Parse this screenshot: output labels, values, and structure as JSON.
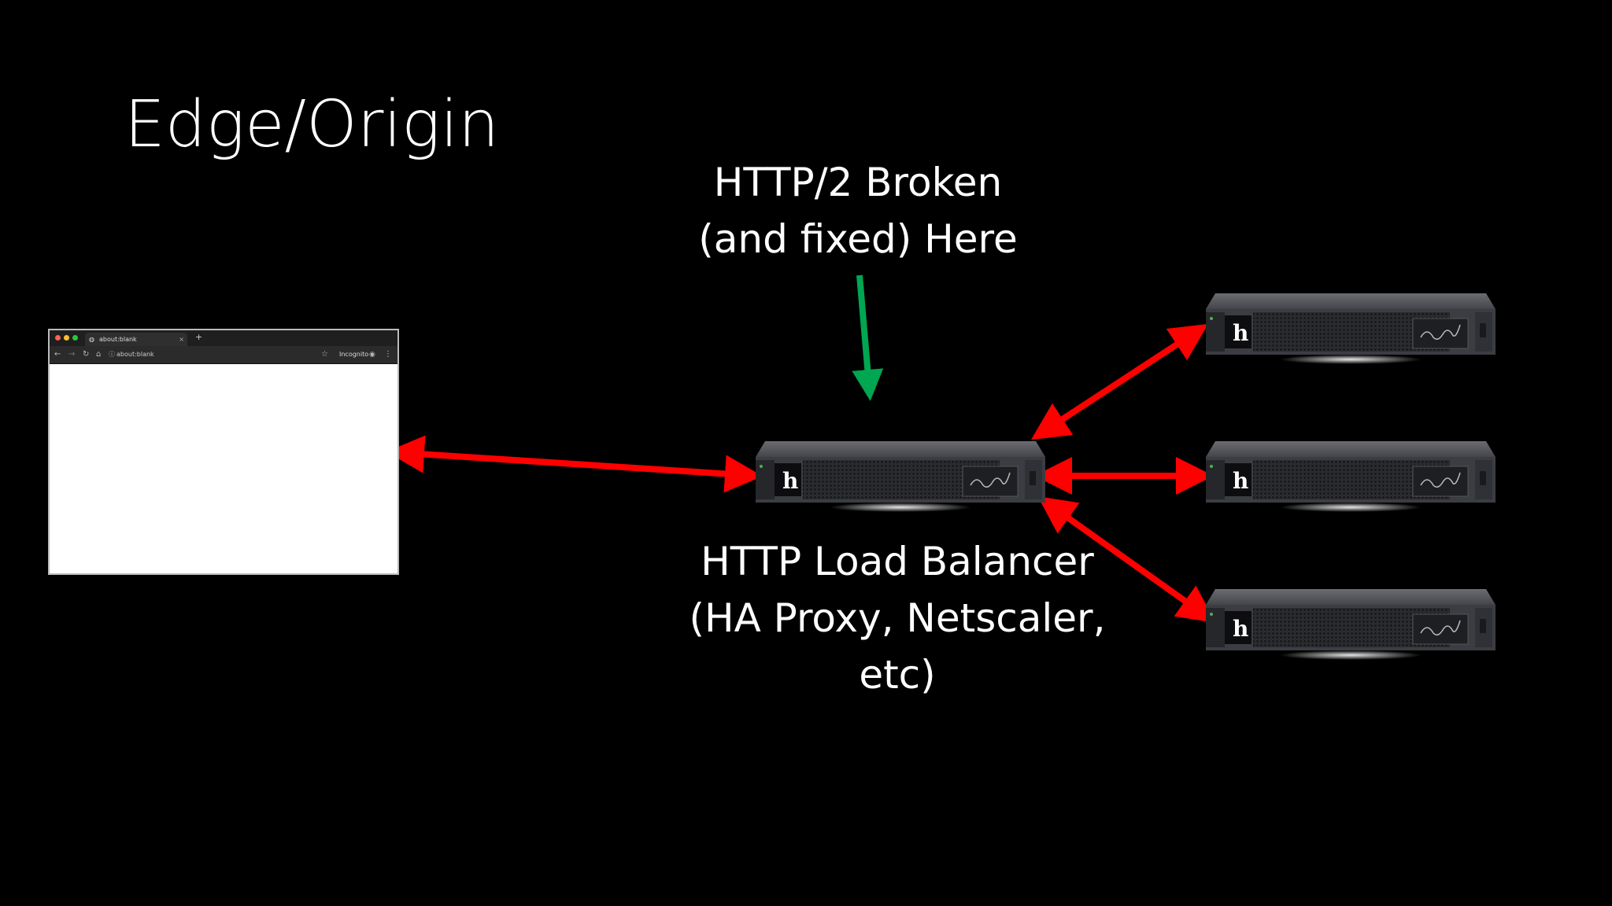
{
  "slide": {
    "title": "Edge/Origin",
    "callout": {
      "line1": "HTTP/2 Broken",
      "line2": "(and fixed) Here"
    },
    "load_balancer_caption": {
      "line1": "HTTP Load Balancer",
      "line2": "(HA Proxy, Netscaler, etc)"
    }
  },
  "browser": {
    "tab_title": "about:blank",
    "tab_close": "×",
    "new_tab": "+",
    "address": "about:blank",
    "incognito_label": "Incognito",
    "icons": [
      "back-icon",
      "forward-icon",
      "reload-icon",
      "home-icon",
      "info-icon",
      "star-icon",
      "incognito-icon",
      "menu-icon"
    ]
  },
  "server": {
    "logo_letter": "h"
  },
  "colors": {
    "background": "#000000",
    "arrow_red": "#ff0000",
    "arrow_green": "#00a651",
    "server_body": "#3c3d42"
  }
}
